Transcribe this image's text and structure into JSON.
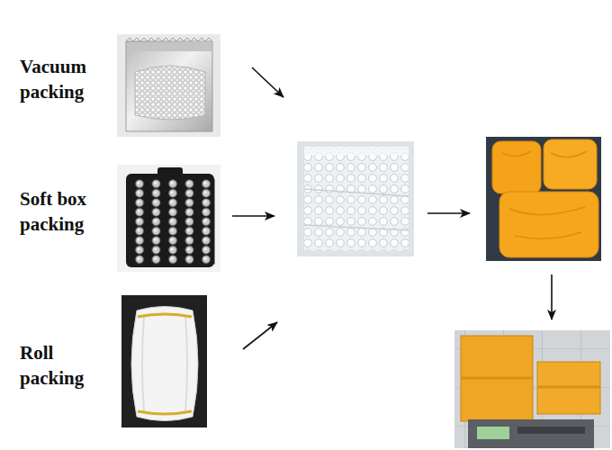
{
  "diagram": {
    "nodes": [
      {
        "text": [
          "Vacuum packing"
        ]
      },
      {
        "text": [
          "Soft box packing"
        ]
      },
      {
        "text": [
          "Roll packing"
        ]
      },
      {
        "text": []
      },
      {
        "text": []
      },
      {
        "text": []
      }
    ],
    "edges": [
      {
        "from": 0,
        "to": 3,
        "arrow": "to"
      },
      {
        "from": 1,
        "to": 3,
        "arrow": "to"
      },
      {
        "from": 2,
        "to": 3,
        "arrow": "to"
      },
      {
        "from": 3,
        "to": 4,
        "arrow": "to"
      },
      {
        "from": 4,
        "to": 5,
        "arrow": "to"
      }
    ]
  }
}
